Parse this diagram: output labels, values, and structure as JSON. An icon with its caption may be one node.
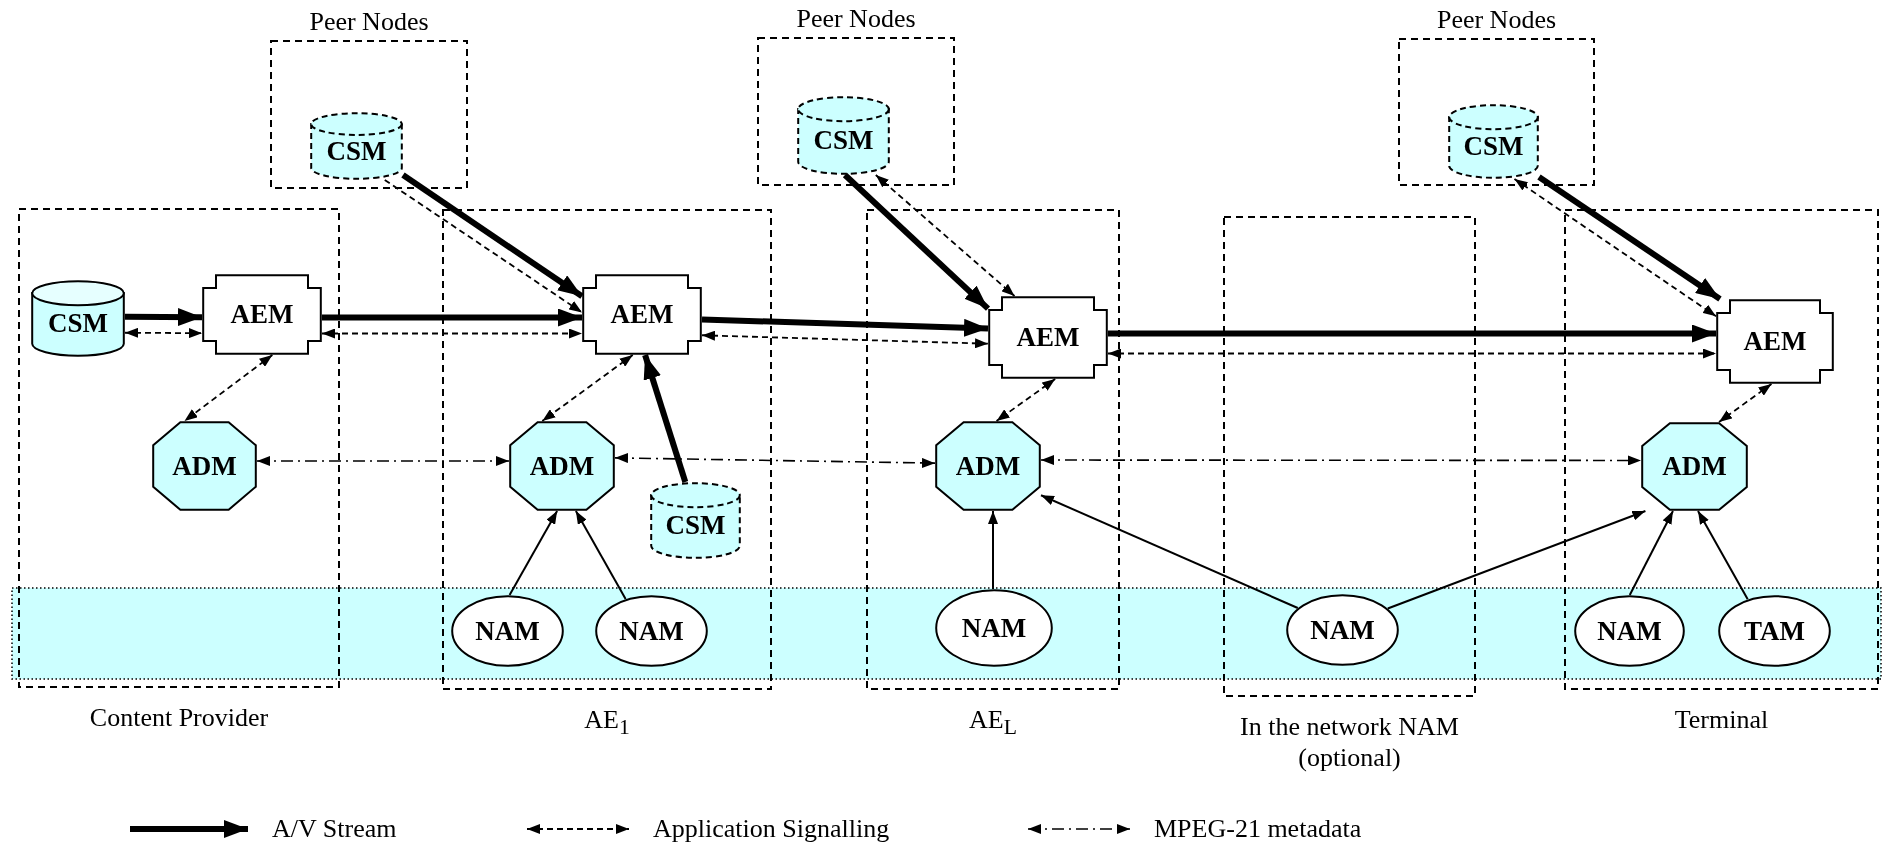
{
  "diagram": {
    "nodes": [
      {
        "text": [
          "Peer Nodes"
        ]
      },
      {
        "text": [
          "CSM"
        ],
        "in": 0
      },
      {
        "text": [
          "Peer Nodes"
        ]
      },
      {
        "text": [
          "CSM"
        ],
        "in": 2
      },
      {
        "text": [
          "Peer Nodes"
        ]
      },
      {
        "text": [
          "CSM"
        ],
        "in": 4
      },
      {
        "text": [
          "Content Provider"
        ]
      },
      {
        "text": [
          "CSM"
        ],
        "in": 6
      },
      {
        "text": [
          "AEM"
        ],
        "in": 6
      },
      {
        "text": [
          "ADM"
        ],
        "in": 6
      },
      {
        "text": [
          "AE$_{1}$"
        ]
      },
      {
        "text": [
          "AEM"
        ],
        "in": 10
      },
      {
        "text": [
          "ADM"
        ],
        "in": 10
      },
      {
        "text": [
          "CSM"
        ],
        "in": 10
      },
      {
        "text": [
          "NAM"
        ],
        "in": 10
      },
      {
        "text": [
          "NAM"
        ],
        "in": 10
      },
      {
        "text": [
          "AE$_{L}$"
        ]
      },
      {
        "text": [
          "AEM"
        ],
        "in": 16
      },
      {
        "text": [
          "ADM"
        ],
        "in": 16
      },
      {
        "text": [
          "NAM"
        ],
        "in": 16
      },
      {
        "text": [
          "In the network NAM (optional)"
        ]
      },
      {
        "text": [
          "NAM"
        ],
        "in": 20
      },
      {
        "text": [
          "Terminal"
        ]
      },
      {
        "text": [
          "AEM"
        ],
        "in": 22
      },
      {
        "text": [
          "ADM"
        ],
        "in": 22
      },
      {
        "text": [
          "NAM"
        ],
        "in": 22
      },
      {
        "text": [
          "TAM"
        ],
        "in": 22
      }
    ],
    "edges": [
      {
        "from": 7,
        "to": 8,
        "arrow": "to",
        "style": "thick"
      },
      {
        "from": 8,
        "to": 11,
        "arrow": "to",
        "style": "thick"
      },
      {
        "from": 1,
        "to": 11,
        "arrow": "to",
        "style": "thick"
      },
      {
        "from": 13,
        "to": 11,
        "arrow": "to",
        "style": "thick"
      },
      {
        "from": 11,
        "to": 17,
        "arrow": "to",
        "style": "thick"
      },
      {
        "from": 3,
        "to": 17,
        "arrow": "to",
        "style": "thick"
      },
      {
        "from": 17,
        "to": 23,
        "arrow": "to",
        "style": "thick"
      },
      {
        "from": 5,
        "to": 23,
        "arrow": "to",
        "style": "thick"
      },
      {
        "from": 7,
        "to": 8,
        "arrow": "both",
        "style": "dashed"
      },
      {
        "from": 8,
        "to": 11,
        "arrow": "both",
        "style": "dashed"
      },
      {
        "from": 1,
        "to": 11,
        "arrow": "to",
        "style": "dashed"
      },
      {
        "from": 11,
        "to": 17,
        "arrow": "both",
        "style": "dashed"
      },
      {
        "from": 3,
        "to": 17,
        "arrow": "both",
        "style": "dashed"
      },
      {
        "from": 17,
        "to": 23,
        "arrow": "both",
        "style": "dashed"
      },
      {
        "from": 5,
        "to": 23,
        "arrow": "both",
        "style": "dashed"
      },
      {
        "from": 8,
        "to": 9,
        "arrow": "both",
        "style": "dashed"
      },
      {
        "from": 11,
        "to": 12,
        "arrow": "both",
        "style": "dashed"
      },
      {
        "from": 17,
        "to": 18,
        "arrow": "both",
        "style": "dashed"
      },
      {
        "from": 23,
        "to": 24,
        "arrow": "both",
        "style": "dashed"
      },
      {
        "from": 9,
        "to": 12,
        "arrow": "both",
        "style": "dashed"
      },
      {
        "from": 12,
        "to": 18,
        "arrow": "both",
        "style": "dashed"
      },
      {
        "from": 18,
        "to": 24,
        "arrow": "both",
        "style": "dashed"
      },
      {
        "from": 14,
        "to": 12,
        "arrow": "to"
      },
      {
        "from": 15,
        "to": 12,
        "arrow": "to"
      },
      {
        "from": 19,
        "to": 18,
        "arrow": "to"
      },
      {
        "from": 21,
        "to": 18,
        "arrow": "to"
      },
      {
        "from": 21,
        "to": 24,
        "arrow": "to"
      },
      {
        "from": 25,
        "to": 24,
        "arrow": "to"
      },
      {
        "from": 26,
        "to": 24,
        "arrow": "to"
      }
    ],
    "legend": [
      {
        "text": "A/V Stream"
      },
      {
        "text": "Application Signalling"
      },
      {
        "text": "MPEG-21 metadata"
      }
    ]
  }
}
